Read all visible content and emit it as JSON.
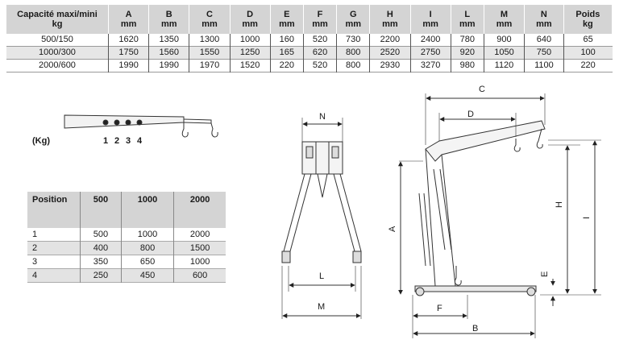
{
  "spec_table": {
    "headers": [
      {
        "top": "Capacité maxi/mini",
        "unit": "kg"
      },
      {
        "top": "A",
        "unit": "mm"
      },
      {
        "top": "B",
        "unit": "mm"
      },
      {
        "top": "C",
        "unit": "mm"
      },
      {
        "top": "D",
        "unit": "mm"
      },
      {
        "top": "E",
        "unit": "mm"
      },
      {
        "top": "F",
        "unit": "mm"
      },
      {
        "top": "G",
        "unit": "mm"
      },
      {
        "top": "H",
        "unit": "mm"
      },
      {
        "top": "I",
        "unit": "mm"
      },
      {
        "top": "L",
        "unit": "mm"
      },
      {
        "top": "M",
        "unit": "mm"
      },
      {
        "top": "N",
        "unit": "mm"
      },
      {
        "top": "Poids",
        "unit": "kg"
      }
    ],
    "rows": [
      [
        "500/150",
        "1620",
        "1350",
        "1300",
        "1000",
        "160",
        "520",
        "730",
        "2200",
        "2400",
        "780",
        "900",
        "640",
        "65"
      ],
      [
        "1000/300",
        "1750",
        "1560",
        "1550",
        "1250",
        "165",
        "620",
        "800",
        "2520",
        "2750",
        "920",
        "1050",
        "750",
        "100"
      ],
      [
        "2000/600",
        "1990",
        "1990",
        "1970",
        "1520",
        "220",
        "520",
        "800",
        "2930",
        "3270",
        "980",
        "1120",
        "1100",
        "220"
      ]
    ]
  },
  "boom_figure": {
    "unit_label": "(Kg)",
    "position_numbers": [
      "1",
      "2",
      "3",
      "4"
    ]
  },
  "position_table": {
    "headers": [
      "Position",
      "500",
      "1000",
      "2000"
    ],
    "rows": [
      [
        "1",
        "500",
        "1000",
        "2000"
      ],
      [
        "2",
        "400",
        "800",
        "1500"
      ],
      [
        "3",
        "350",
        "650",
        "1000"
      ],
      [
        "4",
        "250",
        "450",
        "600"
      ]
    ]
  },
  "front_view": {
    "labels": {
      "N": "N",
      "L": "L",
      "M": "M"
    }
  },
  "side_view": {
    "labels": {
      "A": "A",
      "B": "B",
      "C": "C",
      "D": "D",
      "E": "E",
      "F": "F",
      "H": "H",
      "I": "I"
    }
  }
}
